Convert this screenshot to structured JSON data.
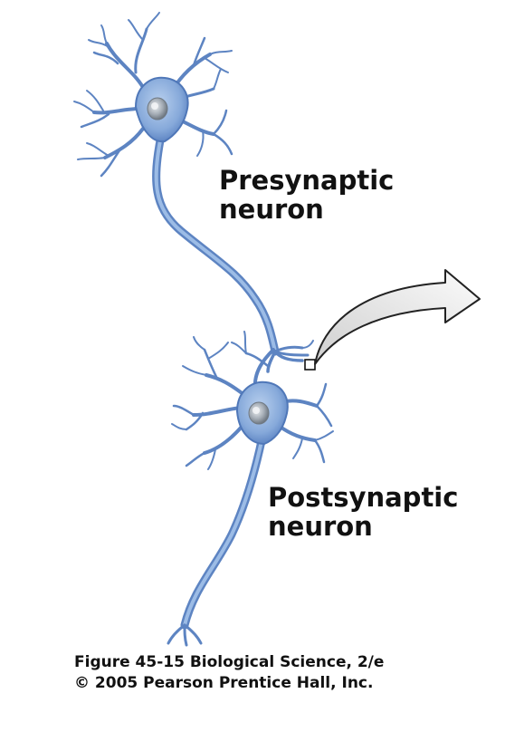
{
  "labels": {
    "presynaptic_line1": "Presynaptic",
    "presynaptic_line2": "neuron",
    "postsynaptic_line1": "Postsynaptic",
    "postsynaptic_line2": "neuron"
  },
  "caption": {
    "line1": "Figure 45-15  Biological Science, 2/e",
    "line2": "© 2005 Pearson Prentice Hall, Inc."
  },
  "colors": {
    "neuron_fill": "#8fb1de",
    "neuron_stroke": "#4f77b8",
    "nucleus": "#9aa3ad",
    "arrow_fill": "#ececec",
    "arrow_stroke": "#222222"
  }
}
